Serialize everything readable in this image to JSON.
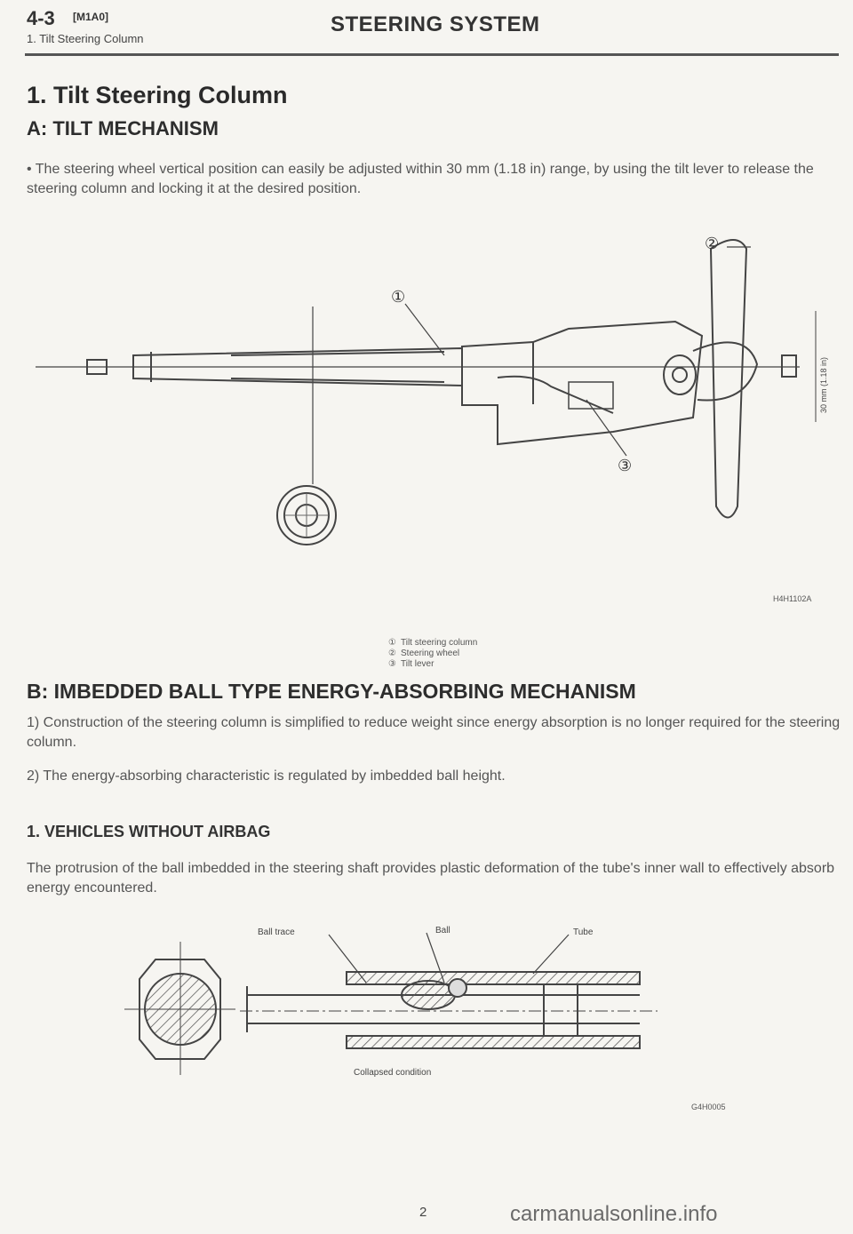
{
  "header": {
    "section": "4-3",
    "code": "[M1A0]",
    "subsection": "1. Tilt Steering Column",
    "title": "STEERING SYSTEM"
  },
  "main": {
    "title": "1. Tilt Steering Column",
    "section_a": {
      "heading": "A: TILT MECHANISM",
      "bullet": "•",
      "text": "The steering wheel vertical position can easily be adjusted within 30 mm (1.18 in) range, by using the tilt lever to release the steering column and locking it at the desired position."
    },
    "figure_a": {
      "callouts": [
        "①",
        "②",
        "③"
      ],
      "dimension": "30 mm (1.18 in)",
      "code": "H4H1102A",
      "legend": [
        {
          "num": "①",
          "text": "Tilt steering column"
        },
        {
          "num": "②",
          "text": "Steering wheel"
        },
        {
          "num": "③",
          "text": "Tilt lever"
        }
      ]
    },
    "section_b": {
      "heading": "B: IMBEDDED BALL TYPE ENERGY-ABSORBING MECHANISM",
      "item1": "1)   Construction of the steering column is simplified to reduce weight since energy absorption is no longer required for the steering column.",
      "item2": "2)   The energy-absorbing characteristic is regulated by imbedded ball height."
    },
    "section_c": {
      "heading": "1. VEHICLES WITHOUT AIRBAG",
      "text": "The protrusion of the ball imbedded in the steering shaft provides plastic deformation of the tube's inner wall to effectively absorb energy encountered."
    },
    "figure_b": {
      "labels": {
        "ball_trace": "Ball trace",
        "ball": "Ball",
        "tube": "Tube",
        "caption": "Collapsed condition"
      },
      "code": "G4H0005"
    }
  },
  "footer": {
    "page": "2",
    "watermark": "carmanualsonline.info"
  },
  "colors": {
    "paper": "#f6f5f1",
    "ink": "#2a2a2a",
    "line": "#444444"
  }
}
